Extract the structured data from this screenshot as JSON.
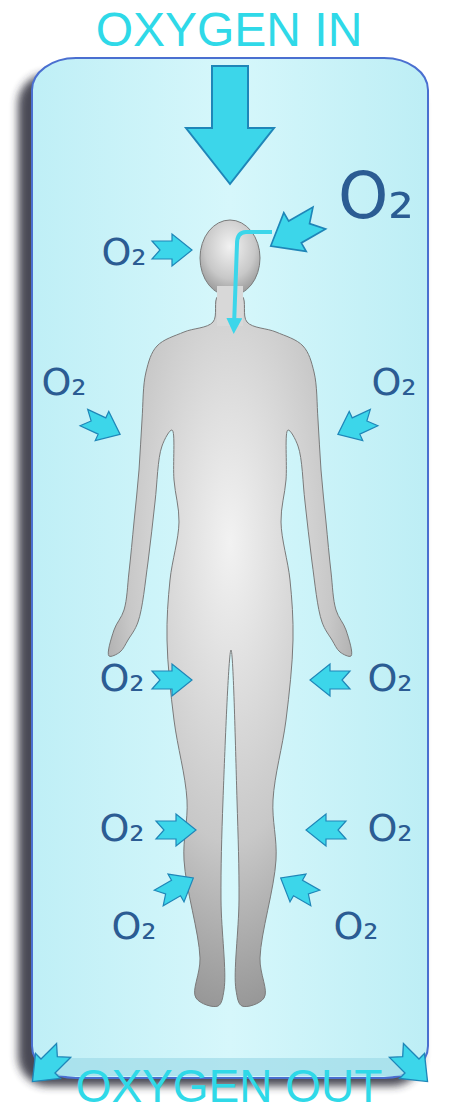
{
  "diagram": {
    "labels": [
      "OXYGEN IN",
      "O₂",
      "O₂",
      "O₂",
      "O₂",
      "O₂",
      "O₂",
      "O₂",
      "O₂",
      "O₂",
      "O₂",
      "OXYGEN OUT"
    ]
  }
}
